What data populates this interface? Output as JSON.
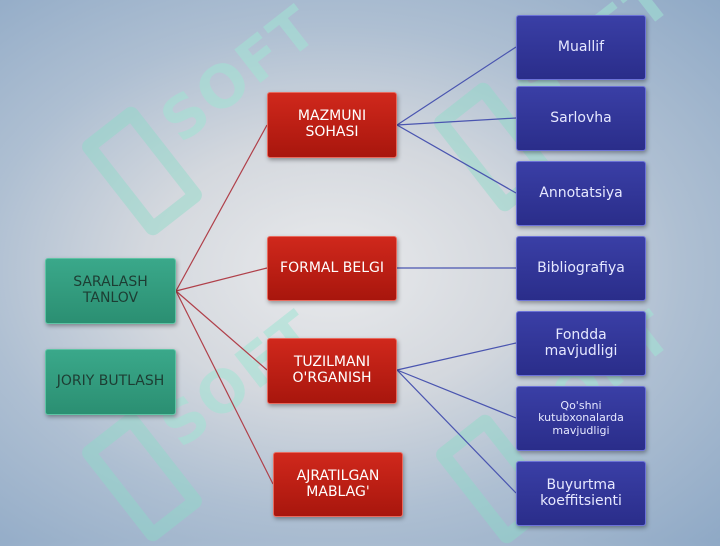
{
  "watermark": "SOFT",
  "left": {
    "saralash": "SARALASH TANLOV",
    "joriy": "JORIY BUTLASH"
  },
  "middle": {
    "mazmuni": "MAZMUNI SOHASI",
    "formal": "FORMAL BELGI",
    "tuzilmani": "TUZILMANI O'RGANISH",
    "ajratilgan": "AJRATILGAN MABLAG'"
  },
  "right": {
    "muallif": "Muallif",
    "sarlovha": "Sarlovha",
    "annotatsiya": "Annotatsiya",
    "bibliografiya": "Bibliografiya",
    "fondda": "Fondda mavjudligi",
    "qoshni": "Qo'shni kutubxonalarda mavjudligi",
    "buyurtma": "Buyurtma koeffitsienti"
  },
  "colors": {
    "green_node": "#2f9a7c",
    "red_node": "#c01f14",
    "blue_node": "#32369a",
    "connector_red": "#b0404a",
    "connector_blue": "#4a55b0"
  }
}
